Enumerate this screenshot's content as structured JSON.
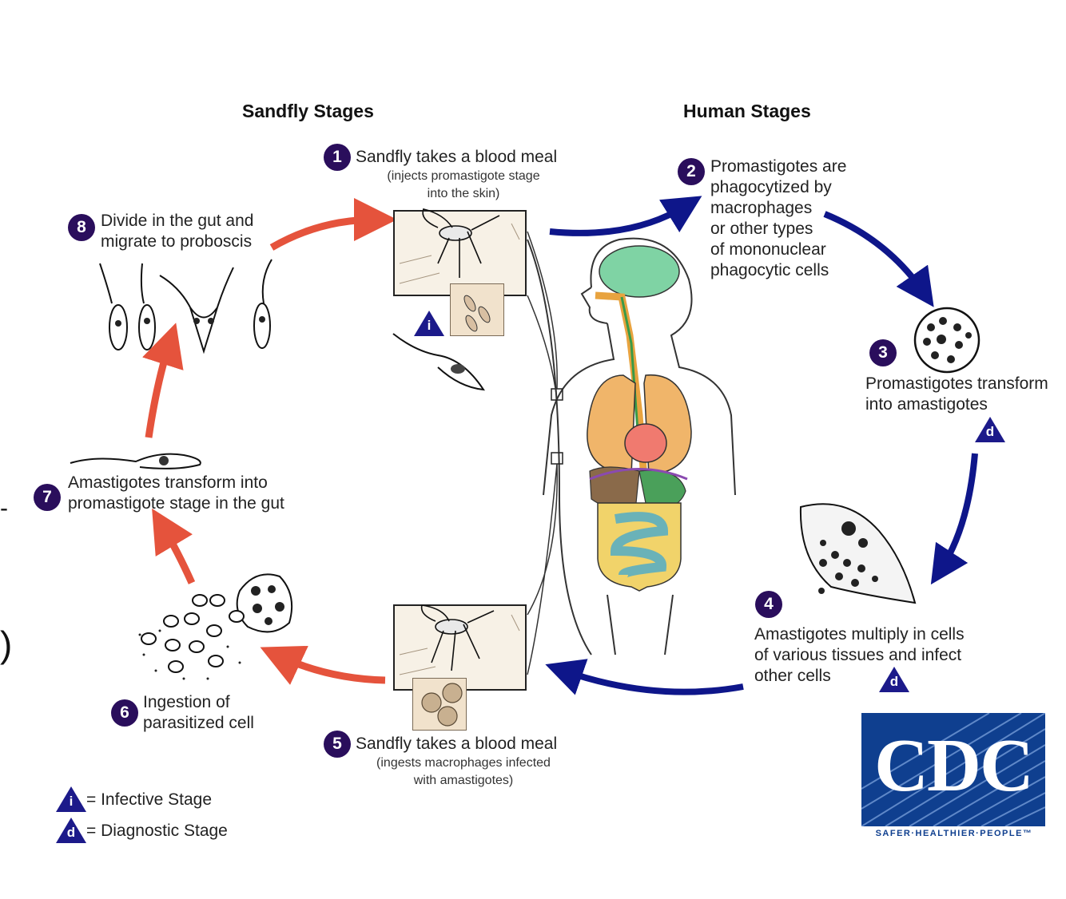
{
  "headers": {
    "sandfly": "Sandfly Stages",
    "human": "Human Stages"
  },
  "steps": [
    {
      "n": "1",
      "text": "Sandfly takes a blood meal",
      "sub": [
        "(injects promastigote stage",
        "into the skin)"
      ]
    },
    {
      "n": "2",
      "lines": [
        "Promastigotes are",
        "phagocytized by",
        "macrophages",
        "or other types",
        "of mononuclear",
        "phagocytic cells"
      ]
    },
    {
      "n": "3",
      "lines": [
        "Promastigotes transform",
        "into amastigotes"
      ]
    },
    {
      "n": "4",
      "lines": [
        "Amastigotes multiply in cells",
        "of various tissues and infect",
        "other cells"
      ]
    },
    {
      "n": "5",
      "text": "Sandfly takes a blood meal",
      "sub": [
        "(ingests macrophages infected",
        "with amastigotes)"
      ]
    },
    {
      "n": "6",
      "lines": [
        "Ingestion of",
        "parasitized cell"
      ]
    },
    {
      "n": "7",
      "lines": [
        "Amastigotes transform into",
        "promastigote stage in  the gut"
      ]
    },
    {
      "n": "8",
      "lines": [
        "Divide in the gut and",
        "migrate to proboscis"
      ]
    }
  ],
  "badges": {
    "infective": "i",
    "diagnostic": "d"
  },
  "legend": {
    "infective": "= Infective Stage",
    "diagnostic": "= Diagnostic Stage"
  },
  "logo": {
    "text": "CDC",
    "tagline": "SAFER·HEALTHIER·PEOPLE™"
  },
  "edge_marks": {
    "a": "-",
    "b": ")"
  },
  "colors": {
    "step_circle": "#2a0e5c",
    "badge": "#1c1a8a",
    "arrow_sandfly": "#e5533c",
    "arrow_human": "#0e168a",
    "cdc_blue": "#0f3f8f"
  }
}
